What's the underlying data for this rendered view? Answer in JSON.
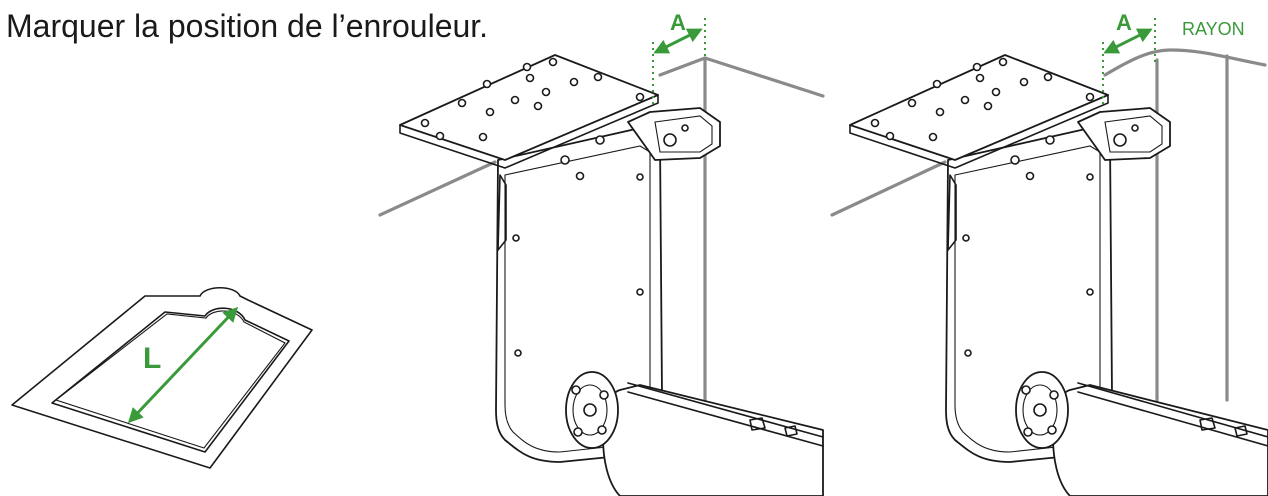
{
  "title": "Marquer la position de l’enrouleur.",
  "labels": {
    "dimension_a": "A",
    "dimension_l": "L",
    "rayon": "RAYON"
  },
  "colors": {
    "accent_green": "#3a9a3a",
    "wall_gray": "#8a8a8a",
    "line": "#1a1a1a"
  }
}
